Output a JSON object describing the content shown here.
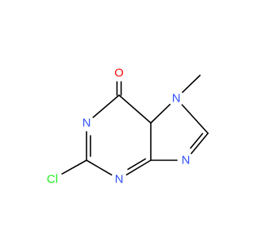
{
  "molecule": {
    "atoms": [
      {
        "id": "O",
        "symbol": "O",
        "color": "#ff0d0d"
      },
      {
        "id": "C6",
        "symbol": "",
        "color": "#000000"
      },
      {
        "id": "N1",
        "symbol": "N",
        "color": "#3050f8"
      },
      {
        "id": "C2",
        "symbol": "",
        "color": "#000000"
      },
      {
        "id": "Cl",
        "symbol": "Cl",
        "color": "#1ff01f"
      },
      {
        "id": "N3",
        "symbol": "N",
        "color": "#3050f8"
      },
      {
        "id": "C4",
        "symbol": "",
        "color": "#000000"
      },
      {
        "id": "C5",
        "symbol": "",
        "color": "#000000"
      },
      {
        "id": "N7",
        "symbol": "N",
        "color": "#3050f8"
      },
      {
        "id": "Me",
        "symbol": "",
        "color": "#000000"
      },
      {
        "id": "C8",
        "symbol": "",
        "color": "#000000"
      },
      {
        "id": "N9",
        "symbol": "N",
        "color": "#3050f8"
      }
    ],
    "bonds": [
      {
        "from": "C6",
        "to": "O",
        "order": 2
      },
      {
        "from": "C6",
        "to": "N1",
        "order": 1
      },
      {
        "from": "N1",
        "to": "C2",
        "order": 2
      },
      {
        "from": "C2",
        "to": "Cl",
        "order": 1
      },
      {
        "from": "C2",
        "to": "N3",
        "order": 1
      },
      {
        "from": "N3",
        "to": "C4",
        "order": 2
      },
      {
        "from": "C4",
        "to": "C5",
        "order": 1
      },
      {
        "from": "C5",
        "to": "C6",
        "order": 1
      },
      {
        "from": "C5",
        "to": "N7",
        "order": 1
      },
      {
        "from": "N7",
        "to": "Me",
        "order": 1
      },
      {
        "from": "N7",
        "to": "C8",
        "order": 1
      },
      {
        "from": "C8",
        "to": "N9",
        "order": 2
      },
      {
        "from": "N9",
        "to": "C4",
        "order": 1
      }
    ]
  }
}
